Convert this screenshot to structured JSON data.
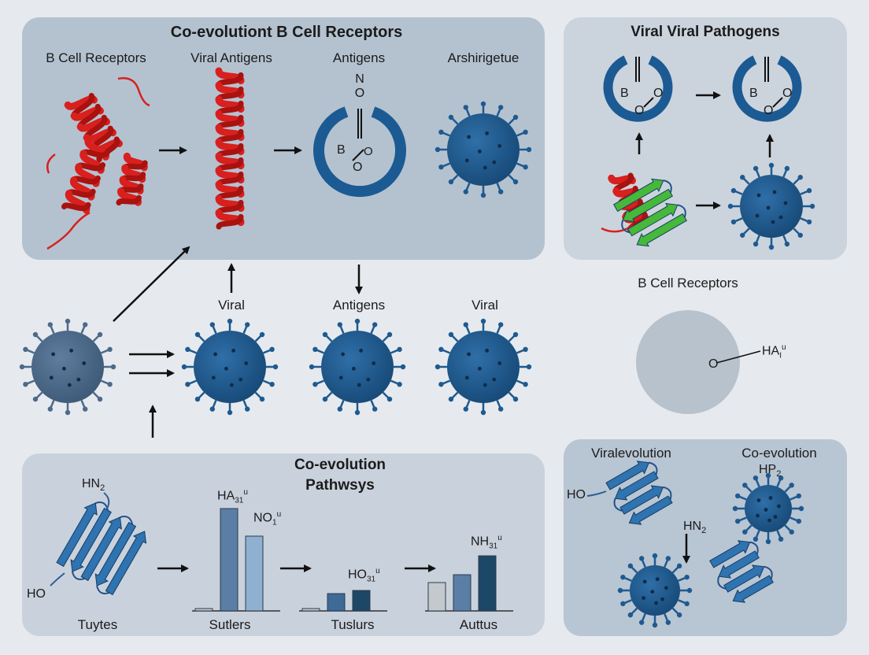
{
  "top_panel": {
    "title": "Co-evolutiont B Cell Receptors",
    "labels": [
      "B Cell Receptors",
      "Viral Antigens",
      "Antigens",
      "Arshirigetue"
    ],
    "chem_n": "N",
    "chem_o_top": "O",
    "chem_b": "B",
    "chem_o_bottom": "O"
  },
  "right_top_panel": {
    "title": "Viral Viral Pathogens",
    "ring1_b": "B",
    "ring1_o1": "O",
    "ring1_o2": "O",
    "ring2_b": "B",
    "ring2_o1": "O",
    "ring2_o2": "O"
  },
  "middle": {
    "labels": [
      "Viral",
      "Antigens",
      "Viral"
    ],
    "bcr_title": "B Cell Receptors",
    "bcr_o": "O",
    "bcr_ha": "HA",
    "bcr_sub": "I",
    "bcr_sup": "u"
  },
  "bottom_panel": {
    "title_line1": "Co-evolution",
    "title_line2": "Pathwsys",
    "hn2": "HN",
    "hn2_sub": "2",
    "ho": "HO",
    "bar_groups": [
      {
        "label": "Sutlers",
        "annotations": [
          {
            "base": "HA",
            "sub": "31",
            "sup": "u"
          },
          {
            "base": "NO",
            "sub": "1",
            "sup": "u"
          }
        ],
        "values": [
          3,
          130,
          95
        ]
      },
      {
        "label": "Tuslurs",
        "annotations": [
          {
            "base": "HO",
            "sub": "31",
            "sup": "u"
          }
        ],
        "values": [
          3,
          22,
          26
        ]
      },
      {
        "label": "Auttus",
        "annotations": [
          {
            "base": "NH",
            "sub": "31",
            "sup": "u"
          }
        ],
        "values": [
          36,
          46,
          70
        ]
      }
    ],
    "first_label": "Tuytes"
  },
  "right_bottom_panel": {
    "label_left": "Viralevolution",
    "label_right": "Co-evolution",
    "ho": "HO",
    "hp2": "HP",
    "hp2_sub": "2",
    "hn2": "HN",
    "hn2_sub": "2"
  },
  "colors": {
    "helix_red": "#d8201e",
    "virus_blue": "#1f5a8f",
    "virus_grey": "#4d6a8a",
    "sheet_blue": "#2f73b0",
    "sheet_green": "#46b83a",
    "bar_light": "#c4c9cd",
    "bar_mid": "#5a7fa6",
    "bar_dark": "#1d4766"
  }
}
